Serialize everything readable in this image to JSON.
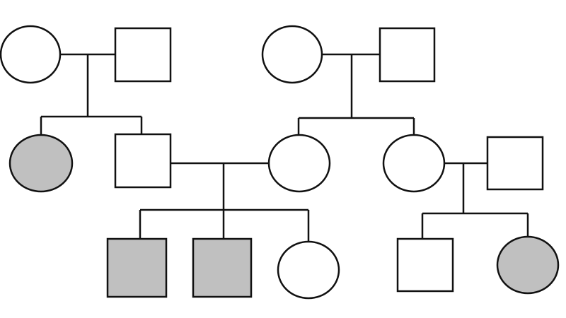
{
  "colors": {
    "affected": "#c0c0c0",
    "unaffected": "#ffffff",
    "line": "#111111"
  },
  "individuals": [
    {
      "id": "g1-f1",
      "sex": "female",
      "affected": false
    },
    {
      "id": "g1-m1",
      "sex": "male",
      "affected": false
    },
    {
      "id": "g1-f2",
      "sex": "female",
      "affected": false
    },
    {
      "id": "g1-m2",
      "sex": "male",
      "affected": false
    },
    {
      "id": "g2-f1",
      "sex": "female",
      "affected": true
    },
    {
      "id": "g2-m1",
      "sex": "male",
      "affected": false
    },
    {
      "id": "g2-f2",
      "sex": "female",
      "affected": false
    },
    {
      "id": "g2-f3",
      "sex": "female",
      "affected": false
    },
    {
      "id": "g2-m2",
      "sex": "male",
      "affected": false
    },
    {
      "id": "g3-m1",
      "sex": "male",
      "affected": true
    },
    {
      "id": "g3-m2",
      "sex": "male",
      "affected": true
    },
    {
      "id": "g3-f1",
      "sex": "female",
      "affected": false
    },
    {
      "id": "g3-m3",
      "sex": "male",
      "affected": false
    },
    {
      "id": "g3-f2",
      "sex": "female",
      "affected": true
    }
  ]
}
